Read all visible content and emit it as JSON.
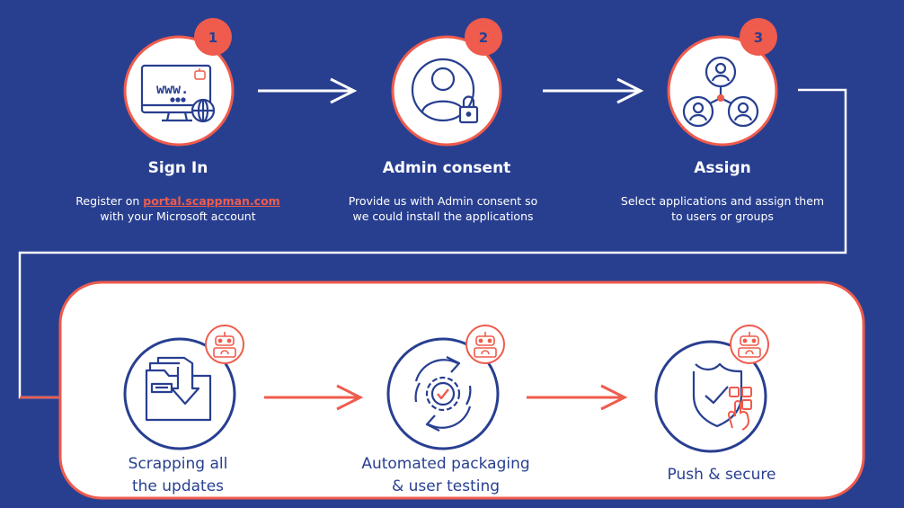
{
  "colors": {
    "background": "#283f90",
    "accent": "#ef5b4c",
    "panel": "#ffffff",
    "icon_stroke": "#283f90"
  },
  "top_steps": [
    {
      "number": "1",
      "title": "Sign In",
      "desc_prefix": "Register on ",
      "desc_link": "portal.scappman.com",
      "desc_suffix": "with your Microsoft account",
      "icon": "computer-www-icon"
    },
    {
      "number": "2",
      "title": "Admin consent",
      "desc_line1": "Provide us with Admin consent so",
      "desc_line2": "we could install the applications",
      "icon": "admin-lock-icon"
    },
    {
      "number": "3",
      "title": "Assign",
      "desc_line1": "Select applications and assign them",
      "desc_line2": "to users or groups",
      "icon": "users-network-icon"
    }
  ],
  "bottom_steps": [
    {
      "line1": "Scrapping all",
      "line2": "the updates",
      "icon": "folder-download-icon",
      "badge_icon": "robot-icon"
    },
    {
      "line1": "Automated packaging",
      "line2": "& user testing",
      "icon": "gear-cycle-icon",
      "badge_icon": "robot-icon"
    },
    {
      "line1": "Push & secure",
      "icon": "shield-touch-icon",
      "badge_icon": "robot-icon"
    }
  ]
}
